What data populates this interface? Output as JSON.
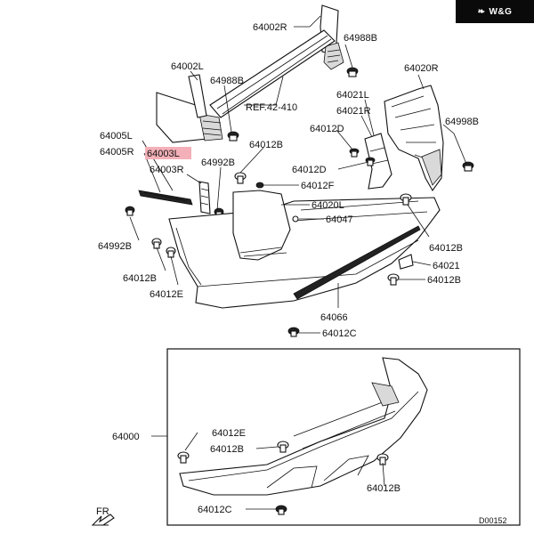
{
  "brand": {
    "logo_text": "W&G"
  },
  "labels": {
    "l64002R": "64002R",
    "l64988B_top": "64988B",
    "l64002L": "64002L",
    "l64988B_mid": "64988B",
    "lREF": "REF.42-410",
    "l64020R": "64020R",
    "l64021L": "64021L",
    "l64021R": "64021R",
    "l64998B": "64998B",
    "l64005L": "64005L",
    "l64003L": "64003L",
    "l64005R": "64005R",
    "l64012B_a": "64012B",
    "l64012D_a": "64012D",
    "l64003R": "64003R",
    "l64992B_a": "64992B",
    "l64012D_b": "64012D",
    "l64012F": "64012F",
    "l64020L": "64020L",
    "l64047": "64047",
    "l64992B_b": "64992B",
    "l64012B_b": "64012B",
    "l64012B_c": "64012B",
    "l64021": "64021",
    "l64012E_a": "64012E",
    "l64012B_d": "64012B",
    "l64066": "64066",
    "l64012C_a": "64012C",
    "l64000": "64000",
    "l64012E_b": "64012E",
    "l64012B_e": "64012B",
    "l64012B_f": "64012B",
    "l64012C_b": "64012C",
    "lFR": "FR",
    "lCode": "D00152"
  },
  "highlight_color": "#f4b0b8"
}
